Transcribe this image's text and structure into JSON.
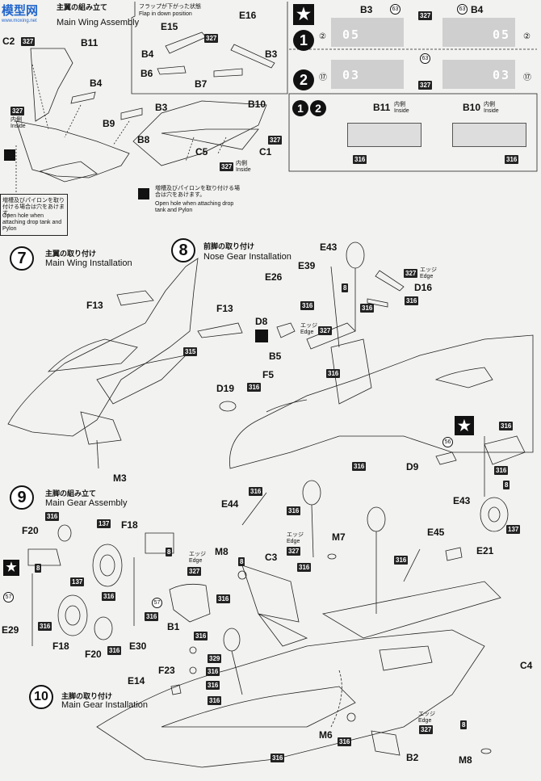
{
  "watermark": {
    "text": "模型网",
    "subtext": "www.moxing.net"
  },
  "flap_note": {
    "jp": "フラップが下がった状態",
    "en": "Flap in down position"
  },
  "step6": {
    "jp": "主翼の組み立て",
    "en": "Main Wing Assembly"
  },
  "step7": {
    "num": "7",
    "jp": "主翼の取り付け",
    "en": "Main Wing Installation"
  },
  "step8": {
    "num": "8",
    "jp": "前脚の取り付け",
    "en": "Nose Gear Installation"
  },
  "step9": {
    "num": "9",
    "jp": "主脚の組み立て",
    "en": "Main Gear Assembly"
  },
  "step10": {
    "num": "10",
    "jp": "主脚の取り付け",
    "en": "Main Gear Installation"
  },
  "inside": {
    "jp": "内側",
    "en": "Inside"
  },
  "edge": {
    "jp": "エッジ",
    "en": "Edge"
  },
  "drill_note": {
    "jp": "増槽及びパイロンを取り付ける場合は穴をあけます。",
    "en": "Open hole when attaching drop tank and Pylon"
  },
  "panels": {
    "b3": "B3",
    "b4": "B4",
    "circ63": "63",
    "star_num": "05",
    "one_num": "05",
    "two_num_left": "03",
    "two_num_right": "03",
    "circ2": "②",
    "circ17": "⑰",
    "b11": "B11",
    "b10": "B10",
    "p316": "316"
  },
  "parts": {
    "c2": "C2",
    "b11": "B11",
    "b4": "B4",
    "b9": "B9",
    "b3": "B3",
    "b8": "B8",
    "b10": "B10",
    "c5": "C5",
    "c1": "C1",
    "e15": "E15",
    "e16": "E16",
    "b6": "B6",
    "b7": "B7",
    "f13a": "F13",
    "f13b": "F13",
    "m3": "M3",
    "e43": "E43",
    "e39": "E39",
    "e26": "E26",
    "d16": "D16",
    "d8": "D8",
    "b5": "B5",
    "f5": "F5",
    "d19": "D19",
    "d9": "D9",
    "e43b": "E43",
    "f20": "F20",
    "f18": "F18",
    "e29": "E29",
    "f18b": "F18",
    "f20b": "F20",
    "e30": "E30",
    "b1": "B1",
    "m8": "M8",
    "c3": "C3",
    "m7": "M7",
    "e44": "E44",
    "e45": "E45",
    "e21": "E21",
    "c4": "C4",
    "f23": "F23",
    "e14": "E14",
    "m6": "M6",
    "b2": "B2",
    "m8b": "M8"
  },
  "paint": {
    "p327": "327",
    "p315": "315",
    "p316": "316",
    "p137": "137",
    "p8": "8",
    "p329": "329",
    "p56": "56",
    "p57": "57"
  }
}
